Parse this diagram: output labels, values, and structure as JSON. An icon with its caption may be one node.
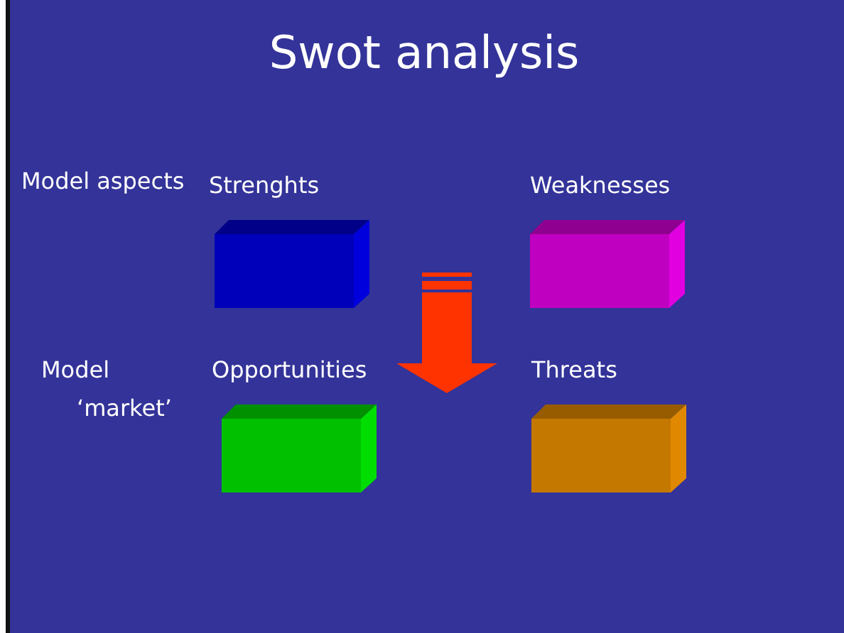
{
  "diagram": {
    "title": "Swot analysis",
    "nodes": [
      {
        "text": [
          "Strenghts"
        ]
      },
      {
        "text": [
          "Weaknesses"
        ]
      },
      {
        "text": [
          "Opportunities"
        ]
      },
      {
        "text": [
          "Threats"
        ]
      }
    ],
    "labels": [
      "Model aspects",
      "Model ‘market’"
    ]
  }
}
